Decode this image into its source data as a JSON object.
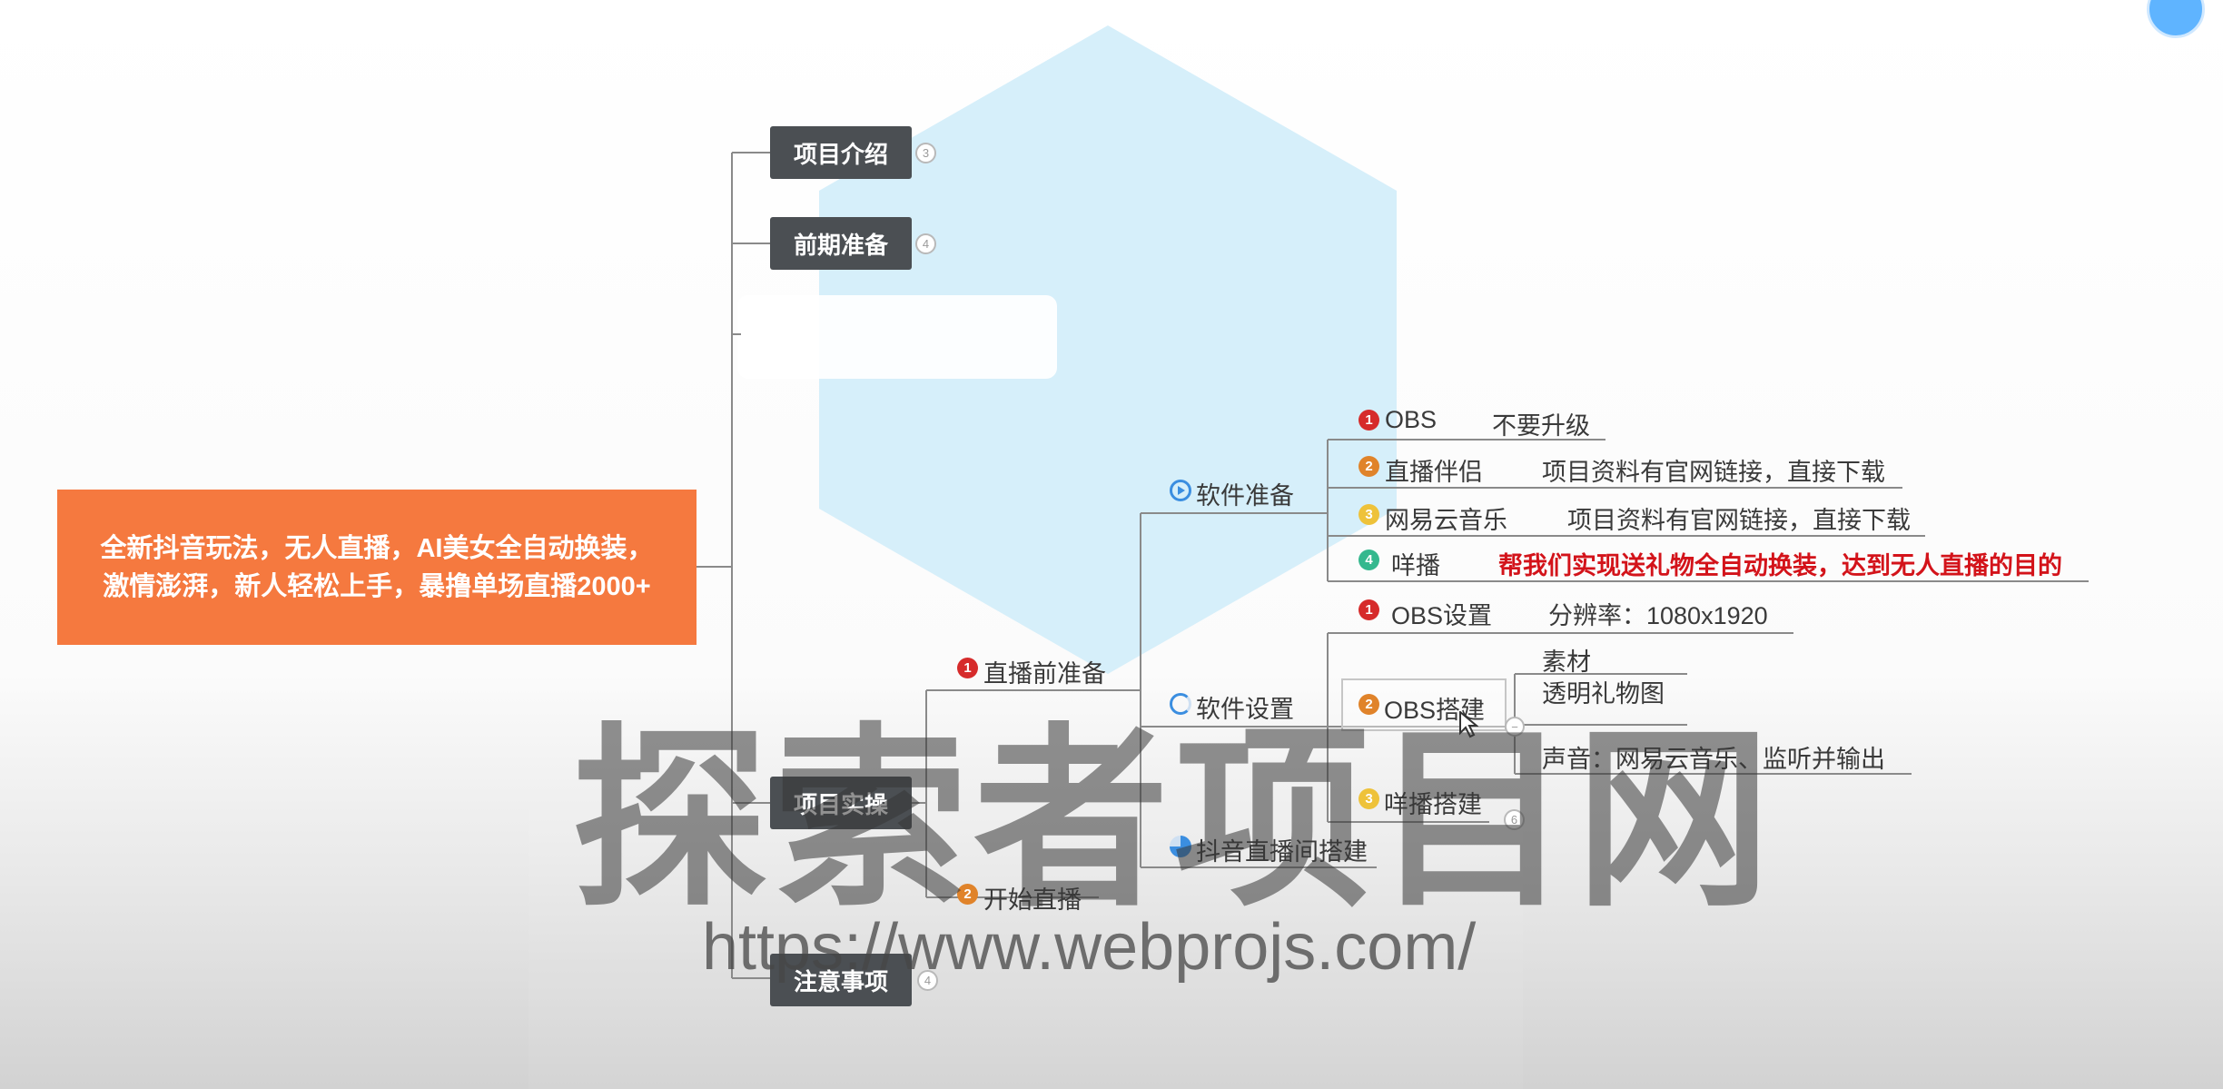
{
  "root": {
    "text": "全新抖音玩法，无人直播，AI美女全自动换装，激情澎湃，新人轻松上手，暴撸单场直播2000+"
  },
  "branches": {
    "intro": {
      "label": "项目介绍",
      "count": "3"
    },
    "prep": {
      "label": "前期准备",
      "count": "4"
    },
    "practice": {
      "label": "项目实操"
    },
    "notes": {
      "label": "注意事项",
      "count": "4"
    }
  },
  "pre_live": {
    "num": "1",
    "label": "直播前准备",
    "software_prep": {
      "label": "软件准备",
      "items": [
        {
          "num": "1",
          "name": "OBS",
          "note": "不要升级"
        },
        {
          "num": "2",
          "name": "直播伴侣",
          "note": "项目资料有官网链接，直接下载"
        },
        {
          "num": "3",
          "name": "网易云音乐",
          "note": "项目资料有官网链接，直接下载"
        },
        {
          "num": "4",
          "name": "咩播",
          "note": "帮我们实现送礼物全自动换装，达到无人直播的目的"
        }
      ]
    },
    "software_setup": {
      "label": "软件设置",
      "obs_settings": {
        "num": "1",
        "name": "OBS设置",
        "note": "分辨率：1080x1920"
      },
      "obs_build": {
        "num": "2",
        "name": "OBS搭建",
        "subs": [
          "素材",
          "透明礼物图",
          "声音：网易云音乐、监听并输出"
        ]
      },
      "miebo_build": {
        "num": "3",
        "name": "咩播搭建",
        "count": "6"
      }
    },
    "douyin_room": {
      "label": "抖音直播间搭建"
    }
  },
  "start_live": {
    "num": "2",
    "label": "开始直播"
  },
  "watermark": {
    "title": "探索者项目网",
    "url": "https://www.webprojs.com/"
  },
  "colors": {
    "accent": "#f5793f",
    "node": "#4b4f53",
    "highlight": "#d3131a",
    "hexagon": "#cfecfa"
  },
  "icons": {
    "software_prep": "play-circle-icon",
    "software_setup": "refresh-icon",
    "douyin_room": "pie-icon",
    "collapse": "minus-circle-icon"
  }
}
